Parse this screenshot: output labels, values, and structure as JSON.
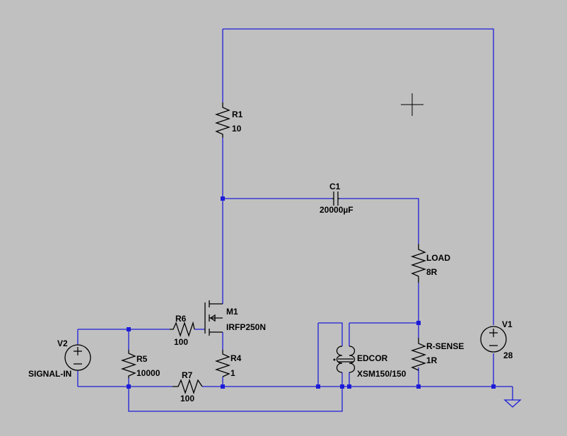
{
  "components": {
    "r1": {
      "name": "R1",
      "value": "10"
    },
    "r4": {
      "name": "R4",
      "value": "1"
    },
    "r5": {
      "name": "R5",
      "value": "10000"
    },
    "r6": {
      "name": "R6",
      "value": "100"
    },
    "r7": {
      "name": "R7",
      "value": "100"
    },
    "c1": {
      "name": "C1",
      "value": "20000µF"
    },
    "load": {
      "name": "LOAD",
      "value": "8R"
    },
    "rsense": {
      "name": "R-SENSE",
      "value": "1R"
    },
    "m1": {
      "name": "M1",
      "value": "IRFP250N"
    },
    "transformer": {
      "name": "EDCOR",
      "value": "XSM150/150"
    },
    "v1": {
      "name": "V1",
      "value": "28"
    },
    "v2": {
      "name": "V2",
      "value": "SIGNAL-IN"
    }
  },
  "colors": {
    "wire": "#1c1cd8",
    "component": "#000000",
    "background": "#c0c0c0"
  }
}
